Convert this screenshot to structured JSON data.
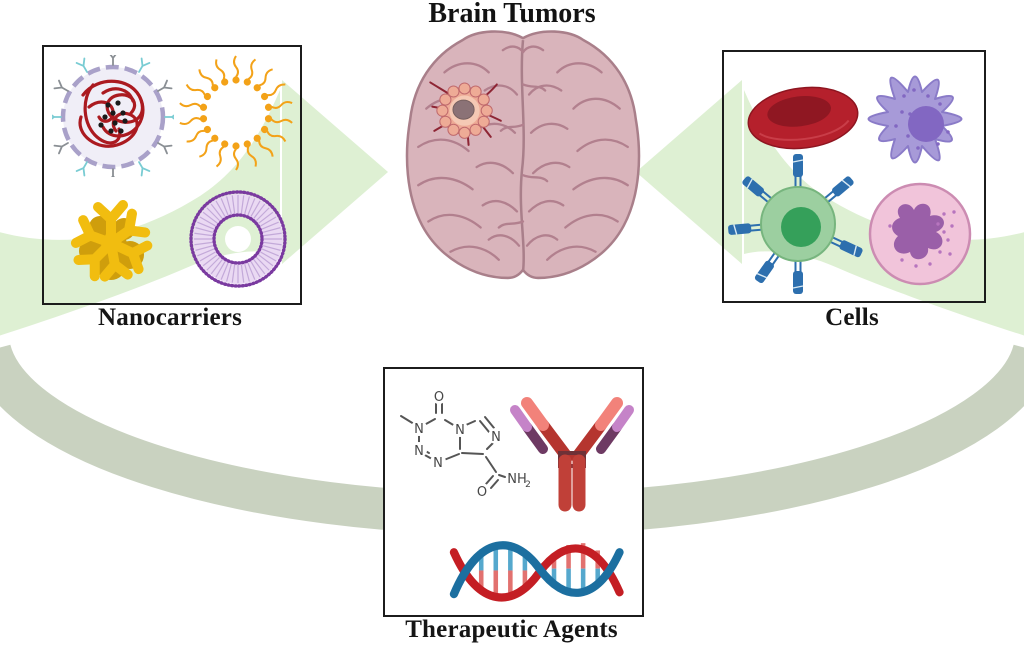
{
  "title": "Brain Tumors",
  "center": {
    "icon": "brain-top-view-icon",
    "feature": "tumor-lesion"
  },
  "groups": {
    "nanocarriers": {
      "label": "Nanocarriers",
      "icons": [
        "polymeric-nanoparticle-icon",
        "micelle-icon",
        "dendrimer-icon",
        "liposome-icon"
      ]
    },
    "cells": {
      "label": "Cells",
      "icons": [
        "red-blood-cell-icon",
        "dendritic-cell-icon",
        "car-t-cell-icon",
        "neutrophil-icon"
      ]
    },
    "therapeutic_agents": {
      "label": "Therapeutic Agents",
      "icons": [
        "temozolomide-structure-icon",
        "antibody-icon",
        "dna-helix-icon"
      ]
    }
  },
  "molecule": {
    "o_carbonyl": "O",
    "n_methyl": "N",
    "n_mid": "N",
    "n_bottom": "N",
    "n_ring_top": "N",
    "n_ring_right": "N",
    "o_amide": "O",
    "nh": "NH",
    "nh_sub": "2"
  },
  "colors": {
    "arrow_light_green": "#def0d3",
    "ribbon_sage": "#c9d2c0",
    "box_border": "#1c1c1c",
    "brain_fill": "#d9b4bb",
    "brain_line": "#a97f8a",
    "text": "#131313"
  }
}
